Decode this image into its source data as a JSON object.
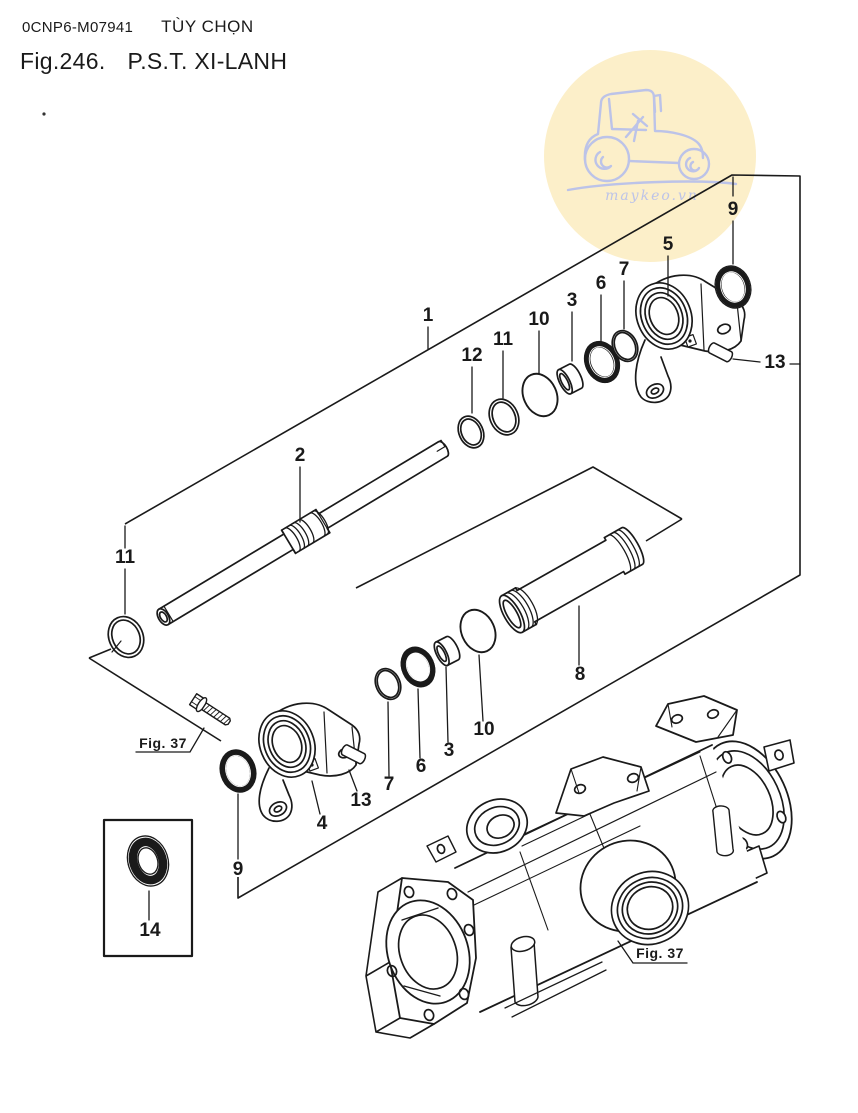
{
  "header": {
    "doc_code": "0CNP6-M07941",
    "doc_variant": "TÙY CHỌN",
    "figure_label": "Fig.246.",
    "figure_title": "P.S.T. XI-LANH",
    "stray_mark": "."
  },
  "watermark": {
    "site": "maykeo.vn",
    "bg": "#fcefc9",
    "ink": "#bcc3e8"
  },
  "colors": {
    "line": "#1a1a1a"
  },
  "callouts": {
    "top_1": "1",
    "top_2": "2",
    "top_12": "12",
    "top_11": "11",
    "top_10": "10",
    "top_3": "3",
    "top_6": "6",
    "top_7": "7",
    "top_5": "5",
    "top_9": "9",
    "top_13": "13",
    "left_11": "11",
    "mid_8": "8",
    "low_9": "9",
    "low_4": "4",
    "low_13": "13",
    "low_7": "7",
    "low_6": "6",
    "low_3": "3",
    "low_10": "10",
    "box_14": "14",
    "fig_ref_upper": "Fig. 37",
    "fig_ref_lower": "Fig. 37"
  }
}
